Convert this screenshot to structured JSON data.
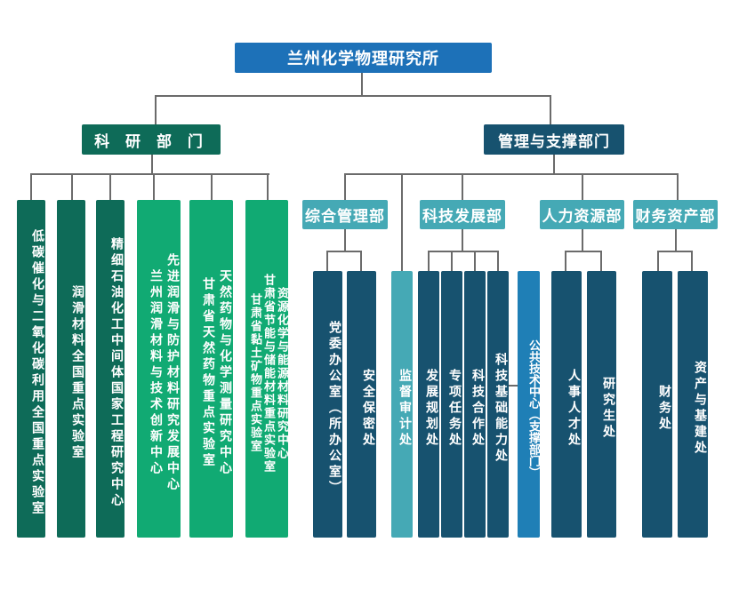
{
  "root": {
    "label": "兰州化学物理研究所"
  },
  "research": {
    "label": "科 研 部 门",
    "units": [
      {
        "lines": [
          "低碳催化与二氧化碳利用全国重点实验室"
        ]
      },
      {
        "lines": [
          "润滑材料全国重点实验室"
        ]
      },
      {
        "lines": [
          "精细石油化工中间体国家工程研究中心"
        ]
      },
      {
        "lines": [
          "先进润滑与防护材料研究发展中心",
          "兰州润滑材料与技术创新中心"
        ]
      },
      {
        "lines": [
          "天然药物与化学测量研究中心",
          "甘肃省天然药物重点实验室"
        ]
      },
      {
        "lines": [
          "资源化学与能源材料研究中心",
          "甘肃省节能与储能材料重点实验室",
          "甘肃省黏土矿物重点实验室"
        ]
      }
    ]
  },
  "management": {
    "label": "管理与支撑部门",
    "general": {
      "label": "综合管理部",
      "units": [
        "党委办公室（所办公室）",
        "安全保密处"
      ]
    },
    "audit": {
      "label": "监督审计处"
    },
    "tech": {
      "label": "科技发展部",
      "units": [
        "发展规划处",
        "专项任务处",
        "科技合作处",
        "科技基础能力处"
      ]
    },
    "public_center": {
      "label": "公共技术中心（支撑部门）"
    },
    "hr": {
      "label": "人力资源部",
      "units": [
        "人事人才处",
        "研究生处"
      ]
    },
    "finance": {
      "label": "财务资产部",
      "units": [
        "财务处",
        "资产与基建处"
      ]
    }
  },
  "colors": {
    "root": "#1d71b8",
    "research_dark": "#0e6b58",
    "research_light": "#11aa73",
    "mgmt_dark": "#17526f",
    "mgmt_teal": "#45a9b5",
    "public_center": "#1f7fb6"
  }
}
